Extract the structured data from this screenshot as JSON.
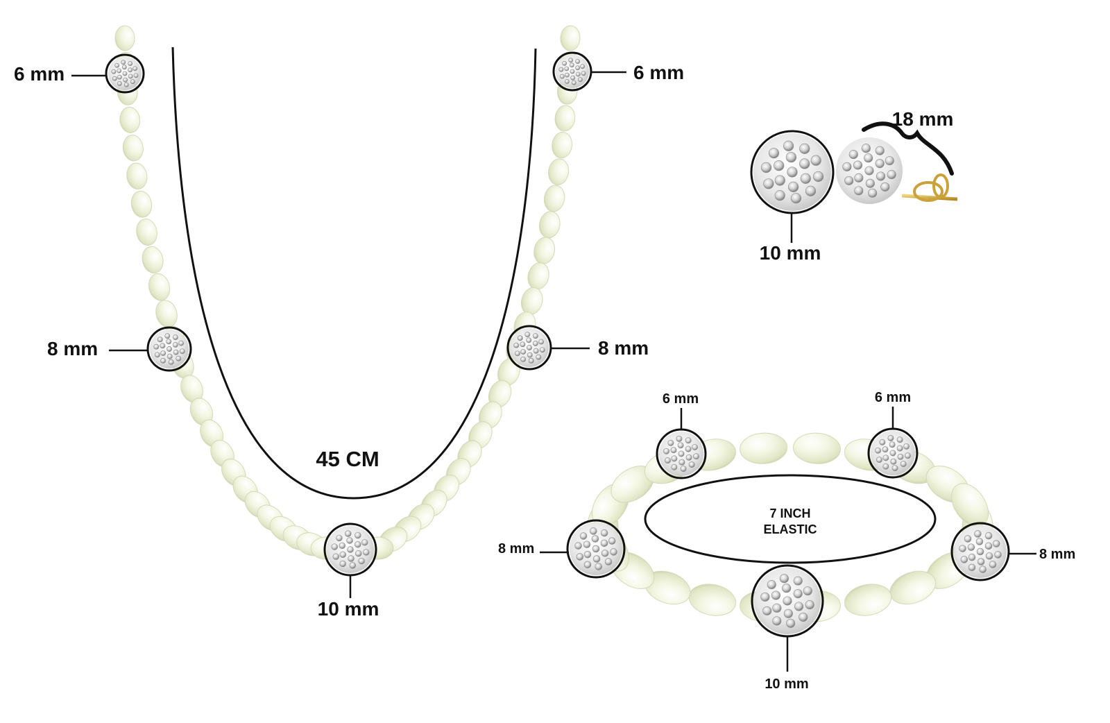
{
  "necklace": {
    "length_label": "45 CM",
    "left_top_size": "6 mm",
    "right_top_size": "6 mm",
    "left_mid_size": "8 mm",
    "right_mid_size": "8 mm",
    "bottom_size": "10 mm"
  },
  "earrings": {
    "length_label": "18 mm",
    "ball_size": "10 mm"
  },
  "bracelet": {
    "circumference_line1": "7 INCH",
    "circumference_line2": "ELASTIC",
    "top_left_size": "6 mm",
    "top_right_size": "6 mm",
    "left_size": "8 mm",
    "right_size": "8 mm",
    "bottom_size": "10 mm"
  },
  "colors": {
    "pearl_light": "#fbfcef",
    "pearl_mid": "#eef2d8",
    "pearl_shadow": "#cdd4b2",
    "crystal_light": "#ffffff",
    "crystal_dark": "#9c9c9c",
    "gold": "#c9a23a",
    "line": "#111111"
  }
}
